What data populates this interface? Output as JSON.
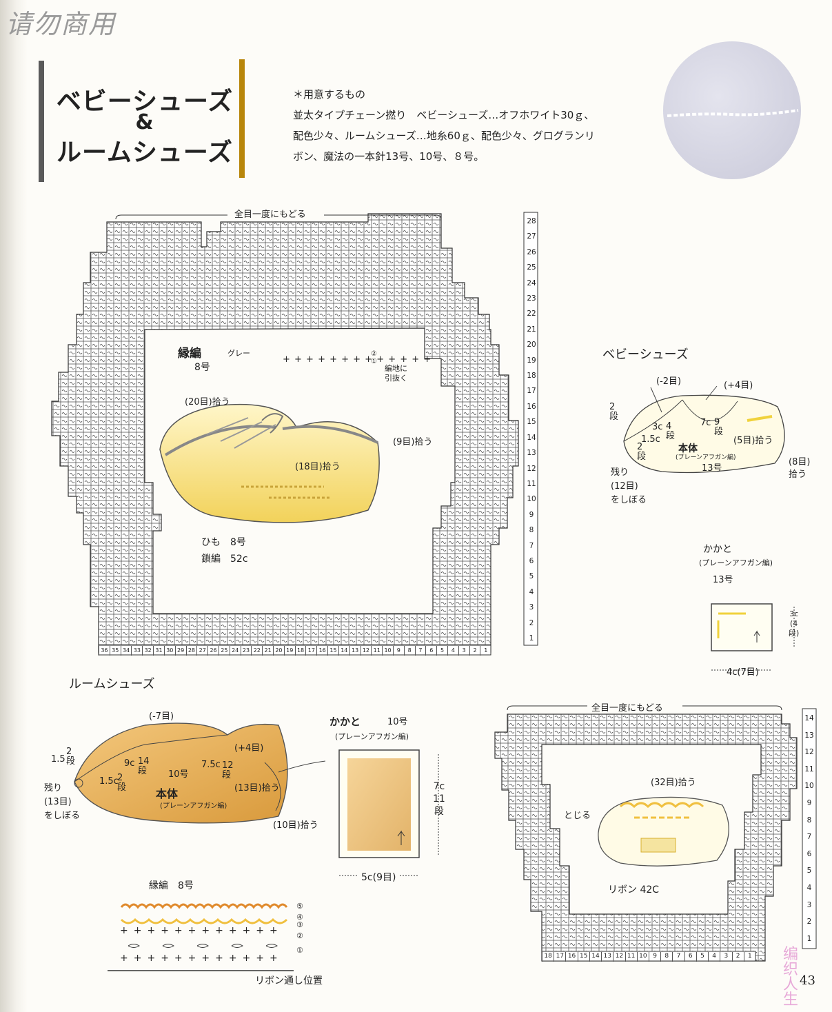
{
  "watermark": "请勿商用",
  "title": {
    "line1": "ベビーシューズ",
    "line2": "&",
    "line3": "ルームシューズ"
  },
  "materials": {
    "heading": "＊用意するもの",
    "line1": "並太タイプチェーン撚り　ベビーシューズ…オフホワイト30ｇ、",
    "line2": "配色少々、ルームシューズ…地糸60ｇ、配色少々、グログランリ",
    "line3": "ボン、魔法の一本針13号、10号、８号。"
  },
  "chart1": {
    "top_note": "全目一度にもどる",
    "row_numbers": [
      "28",
      "27",
      "26",
      "25",
      "24",
      "23",
      "22",
      "21",
      "20",
      "19",
      "18",
      "17",
      "16",
      "15",
      "14",
      "13",
      "12",
      "11",
      "10",
      "9",
      "8",
      "7",
      "6",
      "5",
      "4",
      "3",
      "2",
      "1"
    ],
    "col_numbers": [
      "36",
      "35",
      "34",
      "33",
      "32",
      "31",
      "30",
      "29",
      "28",
      "27",
      "26",
      "25",
      "24",
      "23",
      "22",
      "21",
      "20",
      "19",
      "18",
      "17",
      "16",
      "15",
      "14",
      "13",
      "12",
      "11",
      "10",
      "9",
      "8",
      "7",
      "6",
      "5",
      "4",
      "3",
      "2",
      "1"
    ],
    "edge_label": "縁編",
    "edge_color": "グレー",
    "edge_needle": "8号",
    "edge_note1": "編地に",
    "edge_note2": "引抜く",
    "edge_marks": [
      "②",
      "①"
    ],
    "pick20": "(20目)拾う",
    "pick9": "(9目)拾う",
    "pick18": "(18目)拾う",
    "cord1": "ひも　8号",
    "cord2": "鎖編　52c"
  },
  "baby": {
    "heading": "ベビーシューズ",
    "minus2": "(-2目)",
    "plus4": "(+4目)",
    "r2a": "2",
    "r2b": "段",
    "c3": "3c",
    "c4": "4",
    "c4b": "段",
    "c15": "1.5c",
    "c15a": "2",
    "c15b": "段",
    "c7": "7c",
    "c9": "9",
    "c9b": "段",
    "body": "本体",
    "method": "(プレーンアフガン編)",
    "needle": "13号",
    "pick5": "(5目)拾う",
    "pick8a": "(8目)",
    "pick8b": "拾う",
    "rem1": "残り",
    "rem2": "(12目)",
    "rem3": "をしぼる",
    "heel_title": "かかと",
    "heel_method": "(プレーンアフガン編)",
    "heel_needle": "13号",
    "heel_h1": "3c",
    "heel_h2": "(4",
    "heel_h3": "段)",
    "heel_w": "4c(7目)"
  },
  "room": {
    "heading": "ルームシューズ",
    "minus7": "(-7目)",
    "plus4": "(+4目)",
    "c15l": "1.5",
    "c15la": "2",
    "c15lb": "段",
    "c9": "9c",
    "c14": "14",
    "c14b": "段",
    "needle10": "10号",
    "c75": "7.5c",
    "c12": "12",
    "c12b": "段",
    "c15": "1.5c",
    "c15a": "2",
    "c15b": "段",
    "pick13": "(13目)拾う",
    "body": "本体",
    "method": "(プレーンアフガン編)",
    "pick10": "(10目)拾う",
    "rem1": "残り",
    "rem2": "(13目)",
    "rem3": "をしぼる",
    "heel_title": "かかと",
    "heel_needle": "10号",
    "heel_method": "(プレーンアフガン編)",
    "heel_h1": "7c",
    "heel_h2": "11",
    "heel_h3": "段",
    "heel_w": "5c(9目)",
    "edge_label": "縁編　8号",
    "edge_rows": [
      "⑤",
      "④",
      "③",
      "②",
      "①"
    ],
    "ribbon_pos": "リボン通し位置"
  },
  "chart2": {
    "top_note": "全目一度にもどる",
    "row_numbers": [
      "14",
      "13",
      "12",
      "11",
      "10",
      "9",
      "8",
      "7",
      "6",
      "5",
      "4",
      "3",
      "2",
      "1"
    ],
    "col_numbers": [
      "18",
      "17",
      "16",
      "15",
      "14",
      "13",
      "12",
      "11",
      "10",
      "9",
      "8",
      "7",
      "6",
      "5",
      "4",
      "3",
      "2",
      "1"
    ],
    "pick32": "(32目)拾う",
    "close": "とじる",
    "ribbon": "リボン 42C"
  },
  "page_number": "43",
  "logo_text": "编织人生"
}
